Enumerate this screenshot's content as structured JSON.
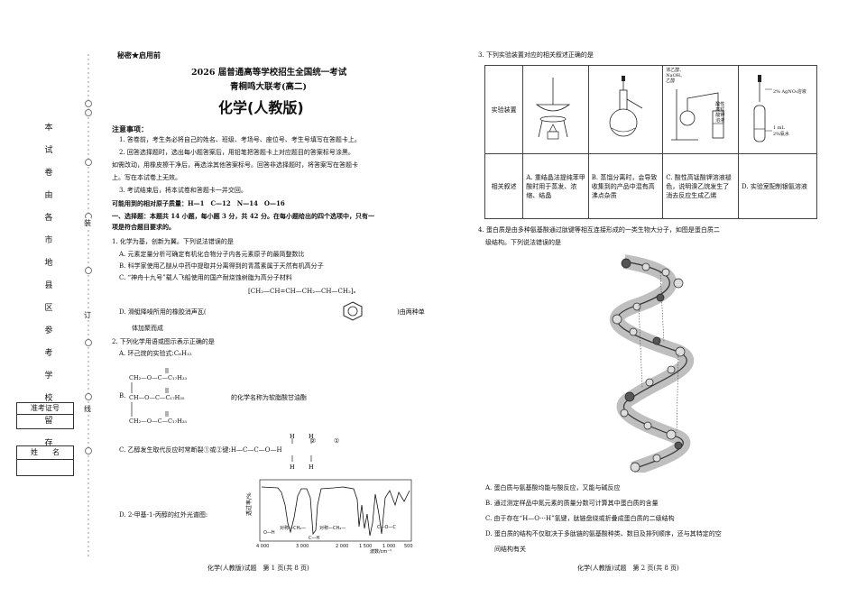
{
  "binding_strip": {
    "vertical_notice": [
      "本",
      "试",
      "卷",
      "由",
      "各",
      "市",
      "地",
      "县",
      "区",
      "参",
      "考",
      "学",
      "校",
      "留",
      "存"
    ],
    "markers": [
      "装",
      "订",
      "线"
    ],
    "admission_label": "准考证号",
    "name_label": "姓　　名"
  },
  "header": {
    "secret": "秘密★启用前",
    "exam_title": "2026 届普通高等学校招生全国统一考试",
    "exam_subtitle": "青桐鸣大联考(高二)",
    "subject": "化学(人教版)"
  },
  "notes": {
    "heading": "注意事项：",
    "items": [
      "1. 答卷前，考生务必将自己的姓名、班级、考场号、座位号、考生号填写在答题卡上。",
      "2. 回答选择题时，选出每小题答案后，用铅笔把答题卡上对应题目的答案标号涂黑。",
      "如需改动，用橡皮擦干净后，再选涂其他答案标号。回答非选择题时，将答案写在答题卡",
      "上。写在本试卷上无效。",
      "3. 考试结束后，将本试卷和答题卡一并交回。"
    ],
    "atomic_masses": "可能用到的相对原子质量：H—1　C—12　N—14　O—16"
  },
  "section1": {
    "heading_line1": "一、选择题：本题共 14 小题，每小题 3 分，共 42 分。在每小题给出的四个选项中，只有一",
    "heading_line2": "项是符合题目要求的。"
  },
  "q1": {
    "stem": "1. 化学为基，创新为翼。下列说法错误的是",
    "a": "A. 元素定量分析可确定有机化合物分子内各元素原子的最简整数比",
    "b": "B. 科学家使用乙醚从中药中提取并分离得到的青蒿素属于天然有机高分子",
    "c": "C. “神舟十九号”载人飞船使用的国产耐烧蚀树脂为高分子材料",
    "c_formula": "[CH₂—CH=CH—CH₂—CH—CH₂]ₙ",
    "d": "D. 滑艇降噪所用的橡胶消声瓦(",
    "d_tail": ")由两种单",
    "d_line2": "体加聚而成"
  },
  "q2": {
    "stem": "2. 下列化学用语或图示表示正确的是",
    "a": "A. 环己烷的实验式:C₆H₁₂",
    "b_prefix": "B.",
    "b_rows": [
      "CH₂—O—C—C₁₇H₃₃",
      "CH—O—C—C₁₇H₃₅",
      "CH₂—O—C—C₁₇H₃₅"
    ],
    "b_text": "的化学名称为软脂酸甘油酯",
    "c": "C. 乙醇发生取代反应时常断裂①或②键:H—C—C—O—H",
    "c_bond_labels": [
      "②",
      "①"
    ],
    "d": "D. 2-甲基-1-丙醇的红外光谱图:",
    "ir": {
      "ylabel": "透过率/%",
      "xlabel": "波数/cm⁻¹",
      "xticks": [
        "4 000",
        "3 000",
        "2 000",
        "1 500",
        "1 000",
        "500"
      ],
      "peaks": [
        "O—H",
        "C—H",
        "对称—CH₂—",
        "对称—CH₂—",
        "C—O—C"
      ]
    }
  },
  "q3": {
    "stem": "3. 下列实验装置对应的相关叙述正确的是",
    "row1_label": "实验装置",
    "row2_label": "相关叙述",
    "apparatus_labels": {
      "c": [
        "浓乙醇、",
        "NaOH、",
        "乙醇",
        "酸性",
        "高锰",
        "酸钾",
        "溶液"
      ],
      "d": [
        "2% AgNO₃溶液",
        "1 mL",
        "2%氨水"
      ]
    },
    "options": [
      "A. 重结晶法提纯苯甲酸时用于蒸发、浓缩、结晶",
      "B. 蒸馏分离时，会导致收集到的产品中混有高沸点杂质",
      "C. 酸性高锰酸钾溶液褪色，说明溴乙烷发生了消去反应生成乙烯",
      "D. 实验室配制银氨溶液"
    ]
  },
  "q4": {
    "stem_line1": "4. 蛋白质是由多种氨基酸通过肽键等相互连接形成的一类生物大分子，如图是蛋白质二",
    "stem_line2": "级结构。下列说法错误的是",
    "a": "A. 蛋白质与氨基酸均能与酸反应，又能与碱反应",
    "b": "B. 通过测定样品中氮元素的质量分数可计算其中蛋白质的含量",
    "c": "C. 由于存在“H—O⋯H”氢键，肽链盘绕或折叠成蛋白质的二级结构",
    "d_line1": "D. 蛋白质的结构不仅取决于多肽链的氨基酸种类、数目及排列顺序，还与其特定的空",
    "d_line2": "间结构有关"
  },
  "footer": {
    "left": "化学(人教版)试题　第 1 页(共 8 页)",
    "right": "化学(人教版)试题　第 2 页(共 8 页)"
  }
}
